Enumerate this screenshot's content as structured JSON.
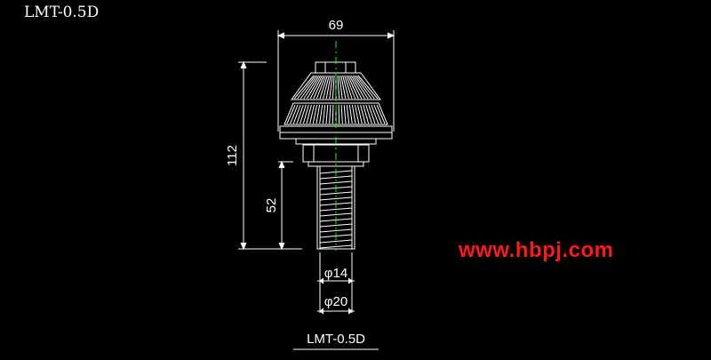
{
  "drawing": {
    "title_top": "LMT-0.5D",
    "title_bottom": "LMT-0.5D",
    "watermark": "www.hbpj.com",
    "dimensions": {
      "head_width": "69",
      "total_height": "112",
      "thread_length": "52",
      "inner_diameter": "φ14",
      "outer_diameter": "φ20"
    }
  },
  "colors": {
    "background": "#000000",
    "line": "#ffffff",
    "centerline": "#00ff00",
    "watermark": "#ff1a1a"
  }
}
